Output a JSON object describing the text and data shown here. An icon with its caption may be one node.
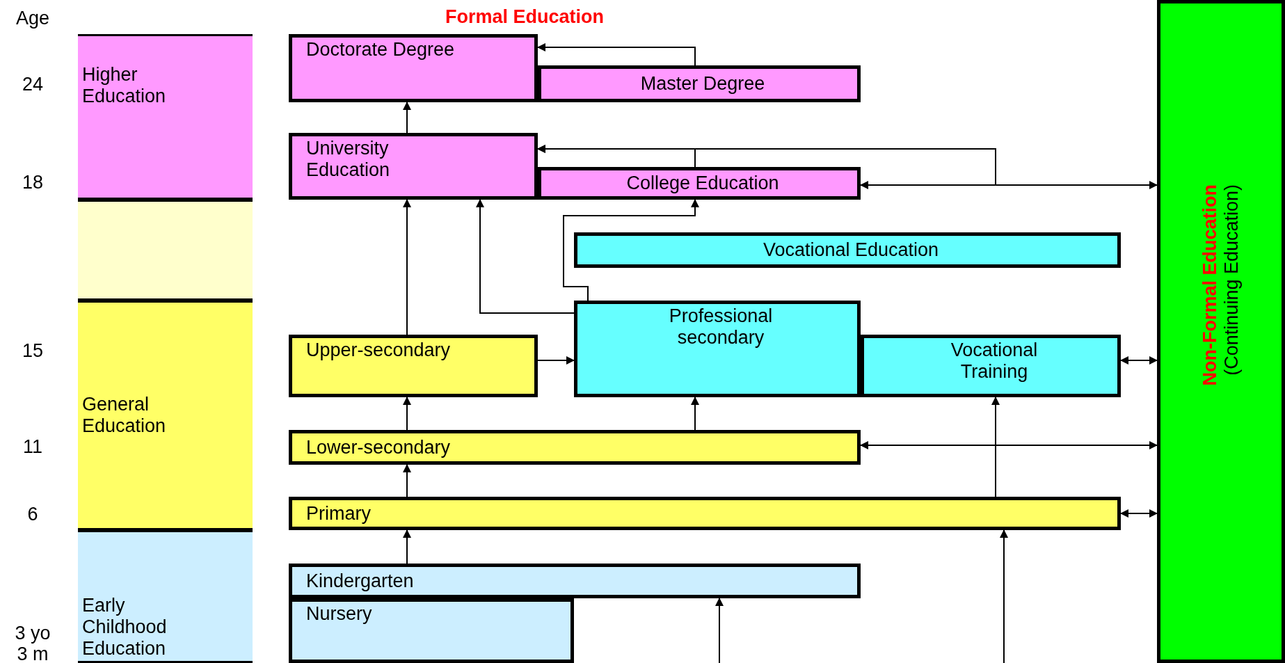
{
  "diagram": {
    "title": "Formal Education",
    "nodes": [
      {
        "text": [
          "Higher Education"
        ]
      },
      {
        "text": [],
        "shape": "bar"
      },
      {
        "text": [
          "General Education"
        ]
      },
      {
        "text": [
          "Early Childhood Education"
        ]
      },
      {
        "text": [
          "Doctorate Degree"
        ]
      },
      {
        "text": [
          "Master Degree"
        ]
      },
      {
        "text": [
          "University Education"
        ]
      },
      {
        "text": [
          "College Education"
        ]
      },
      {
        "text": [
          "Vocational Education"
        ]
      },
      {
        "text": [
          "Professional secondary"
        ]
      },
      {
        "text": [
          "Upper-secondary"
        ]
      },
      {
        "text": [
          "Vocational Training"
        ]
      },
      {
        "text": [
          "Lower-secondary"
        ]
      },
      {
        "text": [
          "Primary"
        ]
      },
      {
        "text": [
          "Kindergarten"
        ]
      },
      {
        "text": [
          "Nursery"
        ]
      },
      {
        "text": [
          "Non-Formal Education",
          "(Continuing Education)"
        ]
      }
    ],
    "edges": [
      {
        "from": 5,
        "to": 4,
        "arrow": "to"
      },
      {
        "from": 6,
        "to": 4,
        "arrow": "to"
      },
      {
        "from": 7,
        "to": 6,
        "arrow": "to"
      },
      {
        "from": 16,
        "to": 6,
        "arrow": "to"
      },
      {
        "from": 7,
        "to": 16,
        "arrow": "both"
      },
      {
        "from": 10,
        "to": 6,
        "arrow": "to"
      },
      {
        "from": 9,
        "to": 6,
        "arrow": "to"
      },
      {
        "from": 9,
        "to": 7,
        "arrow": "to"
      },
      {
        "from": 10,
        "to": 9,
        "arrow": "to"
      },
      {
        "from": 11,
        "to": 16,
        "arrow": "both"
      },
      {
        "from": 12,
        "to": 10,
        "arrow": "to"
      },
      {
        "from": 12,
        "to": 9,
        "arrow": "to"
      },
      {
        "from": 12,
        "to": 16,
        "arrow": "both"
      },
      {
        "from": 13,
        "to": 12,
        "arrow": "to"
      },
      {
        "from": 13,
        "to": 11,
        "arrow": "to"
      },
      {
        "from": 13,
        "to": 16,
        "arrow": "both"
      },
      {
        "from": 14,
        "to": 13,
        "arrow": "to"
      },
      {
        "from": null,
        "to": 13,
        "arrow": "to"
      },
      {
        "from": null,
        "to": 14,
        "arrow": "to"
      }
    ],
    "labels": [
      "Age",
      "24",
      "18",
      "15",
      "11",
      "6",
      "3 yo",
      "3 m"
    ]
  }
}
